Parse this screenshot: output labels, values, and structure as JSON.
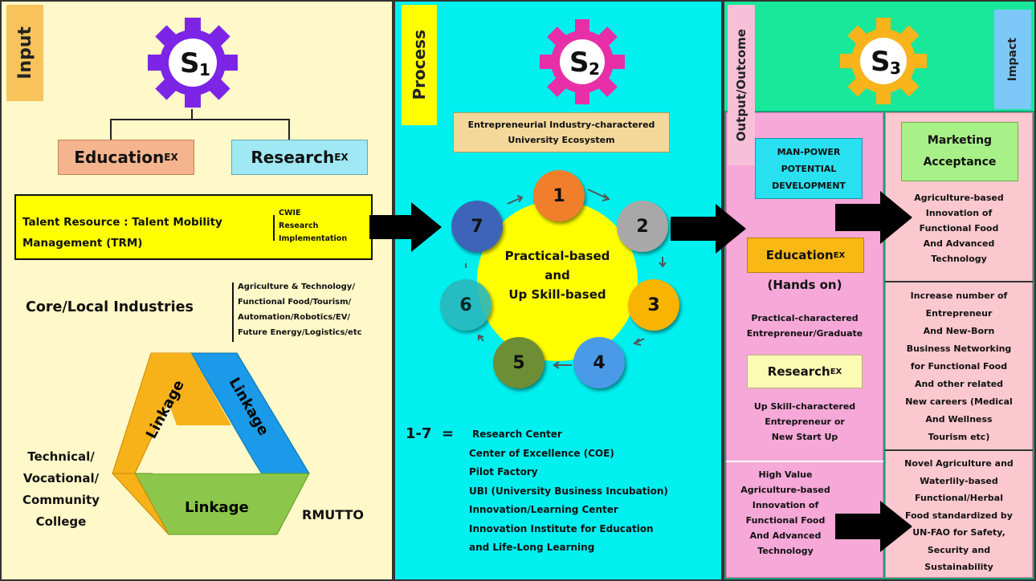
{
  "input": {
    "tag": "Input",
    "gear": "S",
    "gear_sub": "1",
    "education": "Education",
    "education_sub": "EX",
    "research": "Research",
    "research_sub": "EX",
    "talent": "Talent Resource : Talent Mobility Management (TRM)",
    "talent_side": [
      "CWIE",
      "Research",
      "Implementation"
    ],
    "core": "Core/Local Industries",
    "industries": [
      "Agriculture & Technology/",
      "Functional Food/Tourism/",
      "Automation/Robotics/EV/",
      "Future Energy/Logistics/etc"
    ],
    "linkage_left": "Linkage",
    "linkage_right": "Linkage",
    "linkage_bottom": "Linkage",
    "technical": [
      "Technical/",
      "Vocational/",
      "Community",
      "College"
    ],
    "rmutto": "RMUTTO"
  },
  "process": {
    "tag": "Process",
    "gear": "S",
    "gear_sub": "2",
    "ecosystem": [
      "Entrepreneurial Industry-charactered",
      "University Ecosystem"
    ],
    "center": [
      "Practical-based",
      "and",
      "Up Skill-based"
    ],
    "nodes": [
      "1",
      "2",
      "3",
      "4",
      "5",
      "6",
      "7"
    ],
    "legend_prefix": "1-7  =",
    "legend": [
      "Research Center",
      "Center of Excellence (COE)",
      "Pilot Factory",
      "UBI (University Business Incubation)",
      "Innovation/Learning Center",
      "Innovation Institute for Education",
      "and Life-Long Learning"
    ]
  },
  "output": {
    "tag": "Output/Outcome",
    "impact": "Impact",
    "gear": "S",
    "gear_sub": "3",
    "manpower": [
      "MAN-POWER",
      "POTENTIAL",
      "DEVELOPMENT"
    ],
    "education": "Education",
    "education_sub": "EX",
    "hands_on": "(Hands on)",
    "practical": [
      "Practical-charactered",
      "Entrepreneur/Graduate"
    ],
    "research": "Research",
    "research_sub": "EX",
    "upskill": [
      "Up Skill-charactered",
      "Entrepreneur or",
      "New Start Up"
    ],
    "high_value": [
      "High Value",
      "Agriculture-based",
      "Innovation of",
      "Functional Food",
      "And Advanced",
      "Technology"
    ]
  },
  "impact": {
    "marketing": [
      "Marketing",
      "Acceptance"
    ],
    "agri": [
      "Agriculture-based",
      "Innovation of",
      "Functional Food",
      "And Advanced",
      "Technology"
    ],
    "increase": [
      "Increase number of",
      "Entrepreneur",
      "And New-Born",
      "Business Networking",
      "for Functional Food",
      "And other related",
      "New careers (Medical",
      "And Wellness",
      "Tourism etc)"
    ],
    "novel": [
      "Novel Agriculture and",
      "Waterlily-based",
      "Functional/Herbal",
      "Food standardized by",
      "UN-FAO for Safety,",
      "Security and",
      "Sustainability"
    ]
  }
}
